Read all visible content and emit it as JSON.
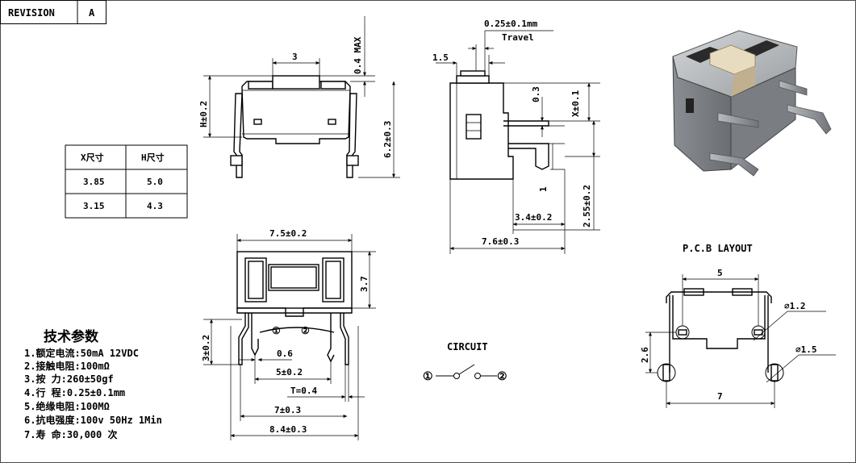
{
  "revision": {
    "label": "REVISION",
    "value": "A"
  },
  "table": {
    "headers": [
      "X尺寸",
      "H尺寸"
    ],
    "rows": [
      [
        "3.85",
        "5.0"
      ],
      [
        "3.15",
        "4.3"
      ]
    ]
  },
  "top_view": {
    "dim_3": "3",
    "dim_04max": "0.4 MAX",
    "dim_h": "H±0.2",
    "dim_62": "6.2±0.3"
  },
  "side_view": {
    "travel_value": "0.25±0.1mm",
    "travel_label": "Travel",
    "dim_15": "1.5",
    "dim_03": "0.3",
    "dim_x": "X±0.1",
    "dim_1": "1",
    "dim_34": "3.4±0.2",
    "dim_255": "2.55±0.2",
    "dim_76": "7.6±0.3"
  },
  "front_view": {
    "dim_75": "7.5±0.2",
    "dim_37": "3.7",
    "dim_302": "3±0.2",
    "pin1": "①",
    "pin2": "②",
    "dim_06": "0.6",
    "dim_5": "5±0.2",
    "dim_t": "T=0.4",
    "dim_7": "7±0.3",
    "dim_84": "8.4±0.3"
  },
  "specs": {
    "title": "技术参数",
    "items": [
      "1.额定电流:50mA 12VDC",
      "2.接触电阻:100mΩ",
      "3.按    力:260±50gf",
      "4.行    程:0.25±0.1mm",
      "5.绝缘电阻:100MΩ",
      "6.抗电强度:100v 50Hz 1Min",
      "7.寿    命:30,000 次"
    ]
  },
  "circuit": {
    "title": "CIRCUIT",
    "pin1": "①",
    "pin2": "②"
  },
  "pcb": {
    "title": "P.C.B LAYOUT",
    "dim_5": "5",
    "dim_12": "∅1.2",
    "dim_15": "∅1.5",
    "dim_26": "2.6",
    "dim_7": "7"
  }
}
